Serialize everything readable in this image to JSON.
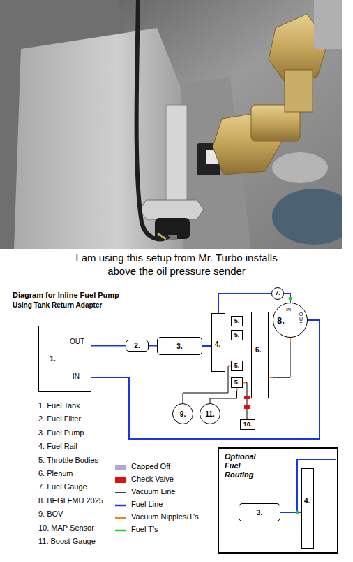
{
  "diagram": {
    "title": "Diagram for Inline Fuel Pump",
    "caption": "I am using this setup from Mr. Turbo installs above the oil pressure sender",
    "nodes": [
      {
        "text": [
          "1.",
          "OUT",
          "IN"
        ]
      },
      {
        "text": [
          "2."
        ]
      },
      {
        "text": [
          "3."
        ]
      },
      {
        "text": [
          "4."
        ]
      },
      {
        "text": [
          "5."
        ]
      },
      {
        "text": [
          "5."
        ]
      },
      {
        "text": [
          "5."
        ]
      },
      {
        "text": [
          "5."
        ]
      },
      {
        "text": [
          "6."
        ]
      },
      {
        "text": [
          "7."
        ]
      },
      {
        "text": [
          "8.",
          "IN",
          "OUT"
        ]
      },
      {
        "text": [
          "9."
        ]
      },
      {
        "text": [
          "11."
        ]
      },
      {
        "text": [
          "10."
        ]
      },
      {
        "text": [
          "Optional Fuel Routing"
        ]
      },
      {
        "text": [
          "3."
        ],
        "in": 14
      },
      {
        "text": [
          "4."
        ],
        "in": 14
      }
    ],
    "edges": [
      {
        "from": 0,
        "to": 1,
        "arrow": "none"
      },
      {
        "from": 1,
        "to": 2,
        "arrow": "none"
      },
      {
        "from": 2,
        "to": 3,
        "arrow": "none"
      },
      {
        "from": 3,
        "to": 9,
        "arrow": "none"
      },
      {
        "from": 9,
        "to": 10,
        "arrow": "none"
      },
      {
        "from": 10,
        "to": 0,
        "arrow": "none"
      },
      {
        "from": 8,
        "to": 10,
        "arrow": "none"
      },
      {
        "from": 6,
        "to": 11,
        "arrow": "none"
      },
      {
        "from": 7,
        "to": 12,
        "arrow": "none"
      },
      {
        "from": 7,
        "to": 13,
        "arrow": "none"
      },
      {
        "from": 15,
        "to": 16,
        "arrow": "none"
      }
    ],
    "labels": [
      "Using Tank Return Adapter",
      "1. Fuel Tank",
      "2. Fuel Filter",
      "3. Fuel Pump",
      "4. Fuel Rail",
      "5. Throttle Bodies",
      "6. Plenum",
      "7. Fuel Gauge",
      "8. BEGI FMU 2025",
      "9. BOV",
      "10. MAP Sensor",
      "11. Boost Gauge"
    ],
    "legend": [
      {
        "text": "Capped Off",
        "color": "#b4a6d8"
      },
      {
        "text": "Check Valve",
        "color": "#e01010"
      },
      {
        "text": "Vacuum Line"
      },
      {
        "text": "Fuel Line"
      },
      {
        "text": "Vacuum Nipples/T's"
      },
      {
        "text": "Fuel T's"
      }
    ]
  }
}
